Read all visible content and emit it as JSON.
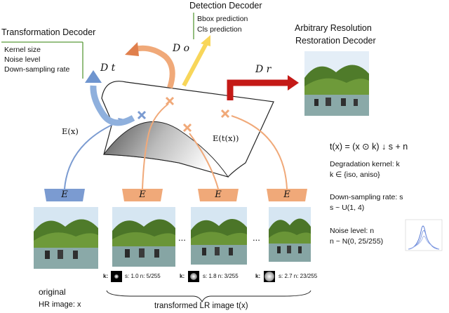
{
  "transformation_decoder": {
    "title": "Transformation Decoder",
    "items": [
      "Kernel size",
      "Noise level",
      "Down-sampling rate"
    ],
    "symbol": "D t"
  },
  "detection_decoder": {
    "title": "Detection Decoder",
    "items": [
      "Bbox prediction",
      "Cls prediction"
    ],
    "symbol": "D o"
  },
  "restoration_decoder": {
    "title_line1": "Arbitrary Resolution",
    "title_line2": "Restoration Decoder",
    "symbol": "D r"
  },
  "embeddings": {
    "hr": "E(x)",
    "lr": "E(t(x))"
  },
  "encoder_label": "E",
  "ellipsis": "...",
  "degradation": {
    "formula": "t(x) = (x ⊙ k) ↓ s + n",
    "kernel_title": "Degradation kernel: k",
    "kernel_domain": "k ∈ {iso, aniso}",
    "rate_title": "Down-sampling rate: s",
    "rate_domain": "s ~ U(1, 4)",
    "noise_title": "Noise level: n",
    "noise_domain": "n ~ N(0, 25/255)"
  },
  "kernels": [
    {
      "k_label": "k:",
      "params": "s: 1.0  n: 5/255"
    },
    {
      "k_label": "k:",
      "params": "s: 1.8  n: 3/255"
    },
    {
      "k_label": "k:",
      "params": "s: 2.7  n: 23/255"
    }
  ],
  "hr_caption_line1": "original",
  "hr_caption_line2": "HR image: x",
  "lr_caption": "transformed LR image t(x)",
  "colors": {
    "blue": "#7b9bd1",
    "blue_arrow": "#6f95cf",
    "orange": "#f0a979",
    "orange_arrow": "#e07f4c",
    "yellow": "#f8d65a",
    "red": "#c41a17",
    "green_rule": "#5a9a3a"
  }
}
